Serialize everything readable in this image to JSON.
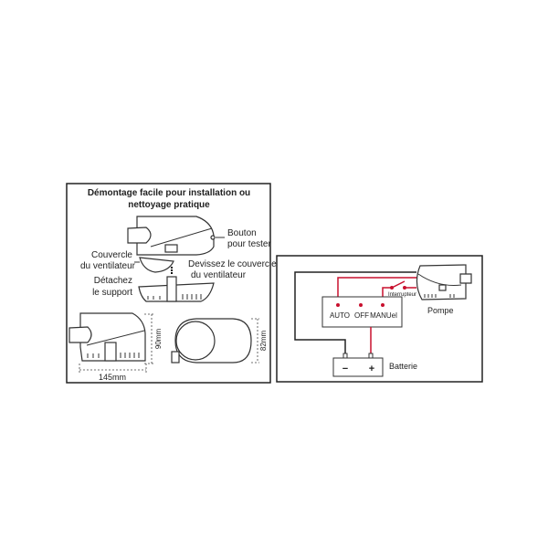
{
  "install_panel": {
    "title_line1": "Démontage facile pour installation ou",
    "title_line2": "nettoyage pratique",
    "test_button_line1": "Bouton",
    "test_button_line2": "pour tester",
    "fan_cover_line1": "Couvercle",
    "fan_cover_line2": "du ventilateur",
    "unscrew_line1": "Devissez le couvercle",
    "unscrew_line2": "du ventilateur",
    "detach_line1": "Détachez",
    "detach_line2": "le support",
    "dim_height": "90mm",
    "dim_length": "145mm",
    "dim_width": "82mm"
  },
  "wiring_panel": {
    "auto": "AUTO",
    "off": "OFF",
    "manual": "MANUel",
    "switch": "Interrupteur",
    "pump": "Pompe",
    "battery": "Batterie",
    "minus": "−",
    "plus": "+",
    "wire_color": "#c8102e"
  }
}
